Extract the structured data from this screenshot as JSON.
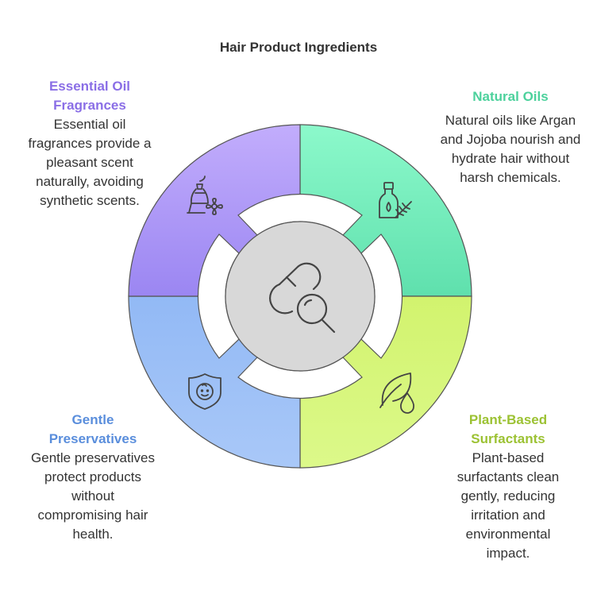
{
  "title": "Hair Product Ingredients",
  "segments": [
    {
      "id": "natural-oils",
      "heading": "Natural Oils",
      "body": "Natural oils like Argan and Jojoba nourish and hydrate hair without harsh chemicals.",
      "heading_color": "#4cd19c",
      "fill_color": "#84f7c6",
      "icon": "oil-bottle-herb-icon"
    },
    {
      "id": "plant-based-surfactants",
      "heading": "Plant-Based Surfactants",
      "body": "Plant-based surfactants clean gently, reducing irritation and environmental impact.",
      "heading_color": "#9cc233",
      "fill_color": "#d6f77a",
      "icon": "leaf-drop-icon"
    },
    {
      "id": "gentle-preservatives",
      "heading": "Gentle Preservatives",
      "body": "Gentle preservatives protect products without compromising hair health.",
      "heading_color": "#5a8edc",
      "fill_color": "#9fc1f7",
      "icon": "baby-shield-icon"
    },
    {
      "id": "essential-oil-fragrances",
      "heading": "Essential Oil Fragrances",
      "body": "Essential oil fragrances provide a pleasant scent naturally, avoiding synthetic scents.",
      "heading_color": "#8a6ee6",
      "fill_color": "#b9a3fb",
      "icon": "perfume-flower-icon"
    }
  ],
  "center": {
    "icon": "capsule-magnifier-icon",
    "fill_color": "#d8d8d8"
  }
}
